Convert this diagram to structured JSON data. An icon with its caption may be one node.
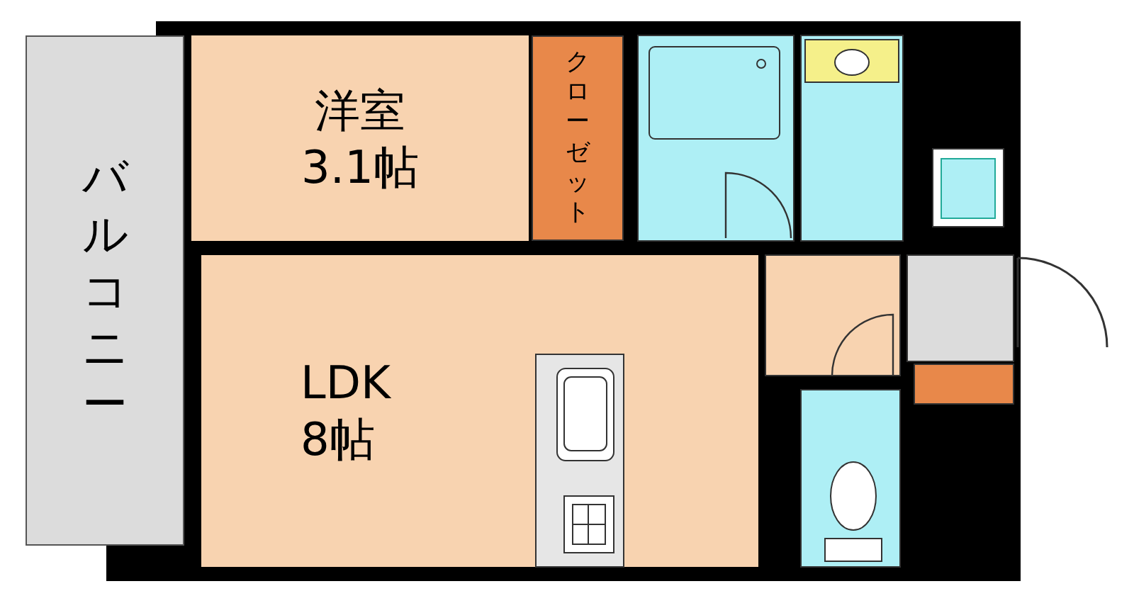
{
  "diagram": {
    "nodes": [
      {
        "text": [
          "バルコニー"
        ]
      },
      {
        "text": [
          "洋室",
          "3.1帖"
        ]
      },
      {
        "text": [
          "クローゼット"
        ]
      },
      {
        "text": [
          "LDK",
          "8帖"
        ]
      }
    ]
  }
}
